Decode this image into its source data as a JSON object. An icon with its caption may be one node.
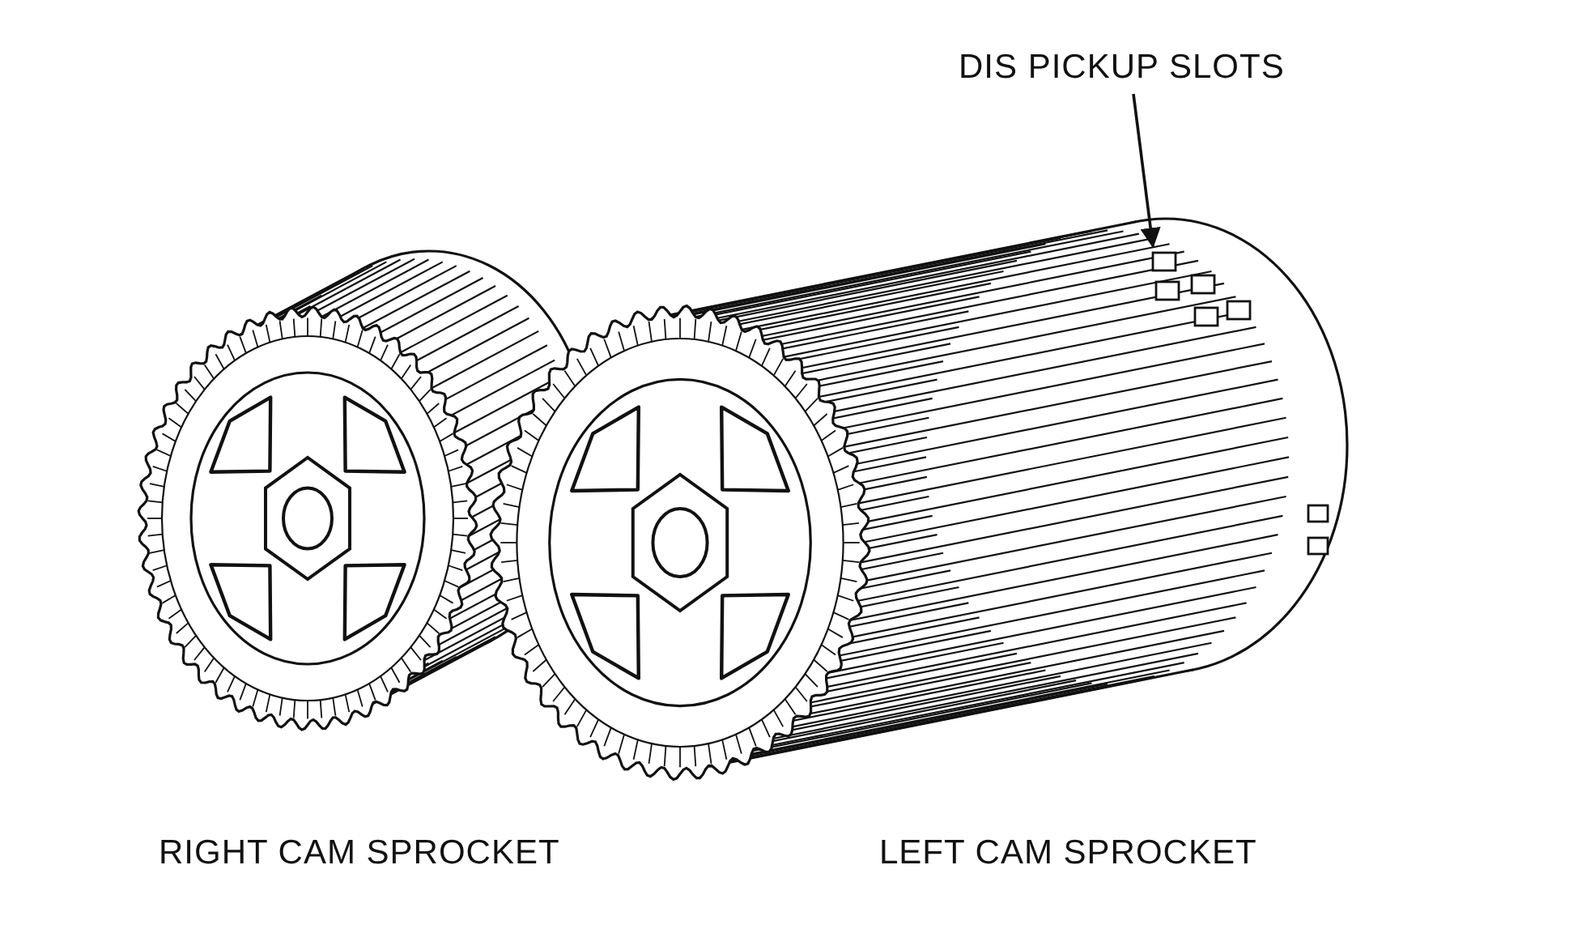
{
  "diagram": {
    "nodes": [
      {
        "text": [
          "DIS PICKUP SLOTS"
        ]
      },
      {
        "text": [],
        "shape": "picture"
      }
    ],
    "edges": [
      {
        "from": 0,
        "to": 1,
        "arrow": "to"
      }
    ],
    "labels": [
      "RIGHT CAM SPROCKET",
      "LEFT CAM SPROCKET"
    ]
  }
}
